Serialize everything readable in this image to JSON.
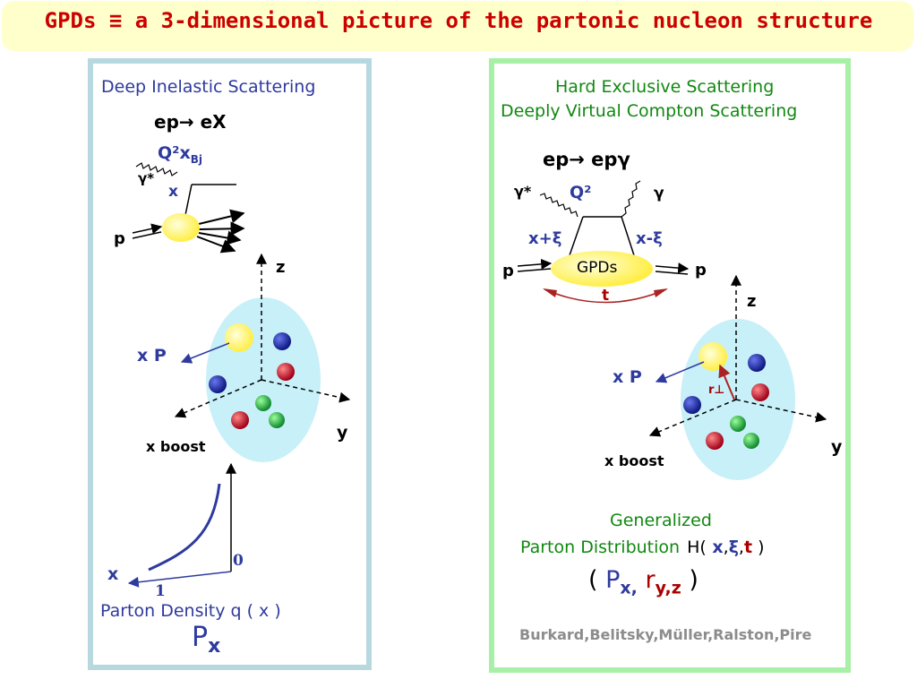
{
  "title": "GPDs ≡ a 3-dimensional picture of the partonic nucleon structure",
  "left": {
    "heading": "Deep Inelastic Scattering",
    "reaction": "ep→ eX",
    "q2": "Q²",
    "xbj": "x",
    "xbj_sub": "Bj",
    "gamma_star": "γ*",
    "x_label": "x",
    "p_label": "p",
    "z_axis": "z",
    "y_axis": "y",
    "xP": "x P",
    "x_boost": "x boost",
    "graph_x": "x",
    "graph_0": "0",
    "graph_1": "1",
    "density": "Parton Density q ( x )",
    "P": "P",
    "P_sub": "x"
  },
  "right": {
    "heading1": "Hard Exclusive Scattering",
    "heading2": "Deeply Virtual Compton Scattering",
    "reaction": "ep→ epγ",
    "gamma_star": "γ*",
    "q2": "Q²",
    "gamma": "γ",
    "x_plus": "x+ξ",
    "x_minus": "x-ξ",
    "p_in": "p",
    "p_out": "p",
    "gpds": "GPDs",
    "t": "t",
    "z_axis": "z",
    "y_axis": "y",
    "xP": "x P",
    "r_perp": "r⊥",
    "x_boost": "x boost",
    "generalized": "Generalized",
    "gpd_line": "Parton Distribution",
    "H": "H(",
    "H_x": " x",
    "H_comma1": ",",
    "H_xi": "ξ",
    "H_comma2": ",",
    "H_t": "t",
    "H_close": " )",
    "paren_open": "( ",
    "Px": "P",
    "Px_sub": "x,",
    "r": " r",
    "r_sub": "y,z",
    "paren_close": " )",
    "citation": "Burkard,Belitsky,Müller,Ralston,Pire"
  },
  "colors": {
    "title": "#cc0000",
    "title_bg": "#ffffcc",
    "left_border": "#b8d8e0",
    "right_border": "#a8f0a8",
    "text_blue": "#2e3a9e",
    "text_green": "#118811",
    "nucleon": "#c8f0f8",
    "blob": "#ffff66"
  }
}
